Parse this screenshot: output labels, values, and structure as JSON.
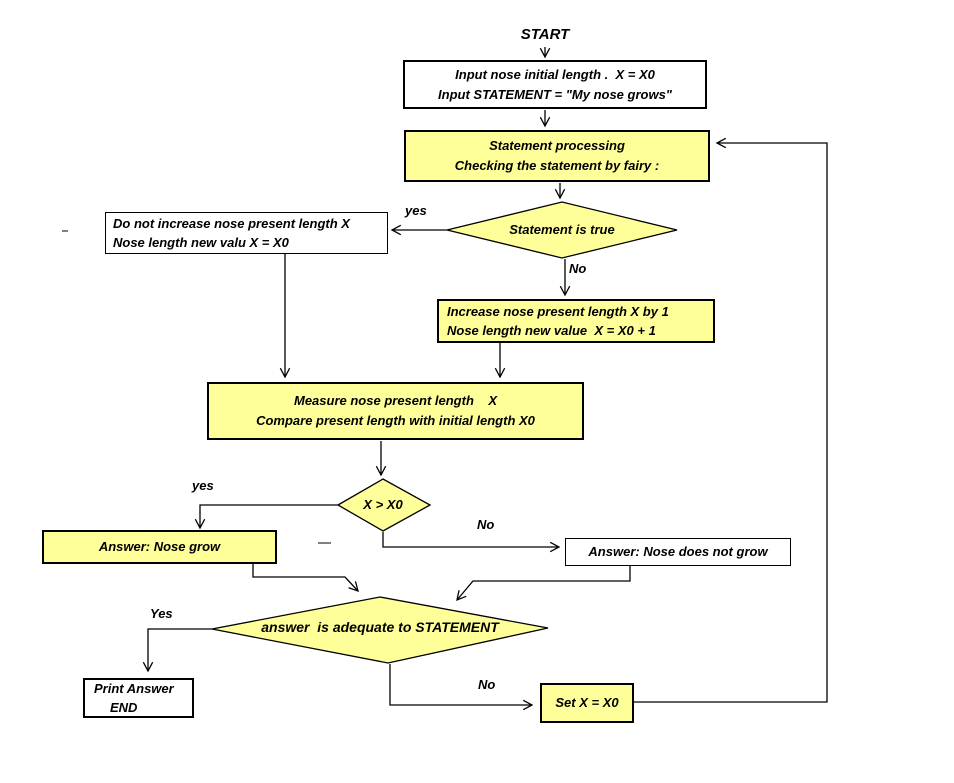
{
  "palette": {
    "node_fill_yellow": "#FFFF99",
    "node_fill_white": "#FFFFFF",
    "line_color": "#000000",
    "text_color": "#000000",
    "background": "#FFFFFF"
  },
  "nodes": {
    "start": {
      "label": "START"
    },
    "input": {
      "line1": "Input nose initial length .  X = X0",
      "line2": "Input STATEMENT = \"My nose grows\""
    },
    "statement_processing": {
      "line1": "Statement processing",
      "line2": "Checking the statement by fairy :"
    },
    "statement_true": {
      "label": "Statement is true"
    },
    "do_not_increase": {
      "line1": "Do not increase nose present length X",
      "line2": "Nose length new valu X = X0"
    },
    "increase": {
      "line1": "Increase nose present length X by 1",
      "line2": "Nose length new value  X = X0 + 1"
    },
    "measure": {
      "line1": "Measure nose present length    X",
      "line2": "Compare present length with initial length X0"
    },
    "x_gt_x0": {
      "label": "X > X0"
    },
    "answer_grow": {
      "label": "Answer: Nose grow"
    },
    "answer_not_grow": {
      "label": "Answer: Nose does not grow"
    },
    "adequate": {
      "label": "answer  is adequate to STATEMENT"
    },
    "print_answer": {
      "line1": "Print Answer",
      "line2": "END"
    },
    "set_x": {
      "label": "Set X = X0"
    }
  },
  "edge_labels": {
    "statement_yes": "yes",
    "statement_no": "No",
    "x_yes": "yes",
    "x_no": "No",
    "adequate_yes": "Yes",
    "adequate_no": "No"
  }
}
